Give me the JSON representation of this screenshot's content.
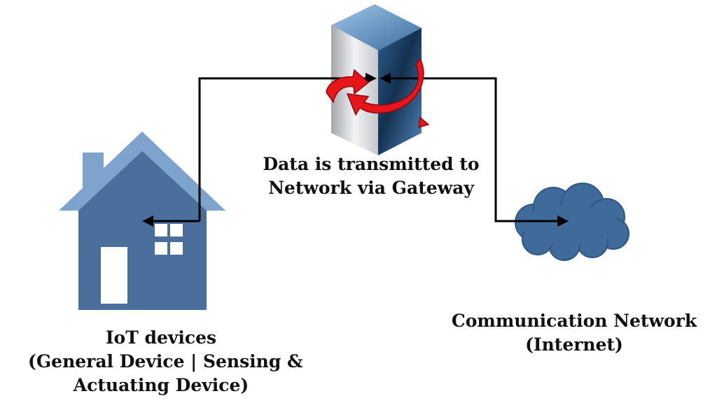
{
  "gateway": {
    "caption_line1": "Data is transmitted to",
    "caption_line2": "Network via Gateway"
  },
  "iot_devices": {
    "caption_line1": "IoT devices",
    "caption_line2": "(General Device | Sensing &",
    "caption_line3": "Actuating Device)"
  },
  "network": {
    "caption_line1": "Communication Network",
    "caption_line2": "(Internet)"
  },
  "icons": {
    "house": "house-icon",
    "gateway": "gateway-server-icon",
    "cloud": "cloud-icon",
    "rotation": "rotation-arrows-icon"
  },
  "colors": {
    "house_fill": "#4a6f9c",
    "roof_fill": "#7ea3cc",
    "cloud_fill": "#45709e",
    "rotation_arrows": "#e8161b",
    "connector_lines": "#000000"
  }
}
